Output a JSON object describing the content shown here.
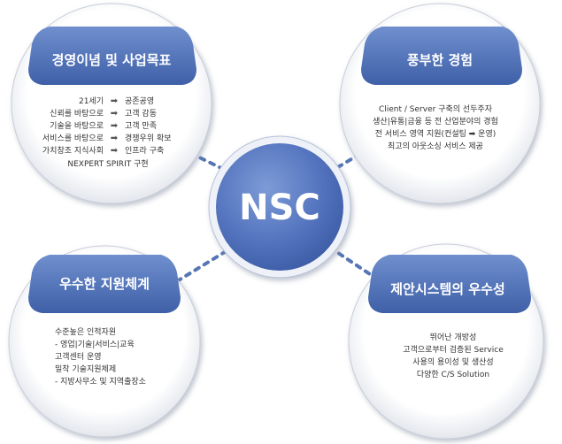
{
  "center": {
    "label": "NSC"
  },
  "nodes": [
    {
      "title": "경영이념 및 사업목표",
      "pairs": [
        {
          "left": "21세기",
          "right": "공존공영"
        },
        {
          "left": "신뢰를 바탕으로",
          "right": "고객 감동"
        },
        {
          "left": "기술을 바탕으로",
          "right": "고객 만족"
        },
        {
          "left": "서비스를 바탕으로",
          "right": "경쟁우위 확보"
        },
        {
          "left": "가치창조 지식사회",
          "right": "인프라 구축"
        }
      ],
      "footer": "NEXPERT SPIRIT 구현"
    },
    {
      "title": "풍부한 경험",
      "lines": [
        "Client / Server 구축의 선두주자",
        "생산|유통|금융 등 전 산업분야의 경험",
        "전 서비스 영역 지원(컨설팅 ➡ 운영)",
        "최고의 아웃소싱 서비스 제공"
      ]
    },
    {
      "title": "우수한 지원체계",
      "lines": [
        "수준높은 인적자원",
        "- 영업|기술|서비스|교육",
        "고객센터 운영",
        "밀착 기술지원체제",
        "- 지방사무소 및 지역출장소"
      ]
    },
    {
      "title": "제안시스템의 우수성",
      "lines": [
        "뛰어난 개방성",
        "고객으로부터 검증된 Service",
        "사용의 용이성 및 생산성",
        "다양한 C/S Solution"
      ]
    }
  ],
  "colors": {
    "node_outer": "#ffffff",
    "title_band": "#4b6fb4",
    "center_fill": "#5576c0",
    "connector": "#5575b5",
    "arrow": "#555555"
  }
}
